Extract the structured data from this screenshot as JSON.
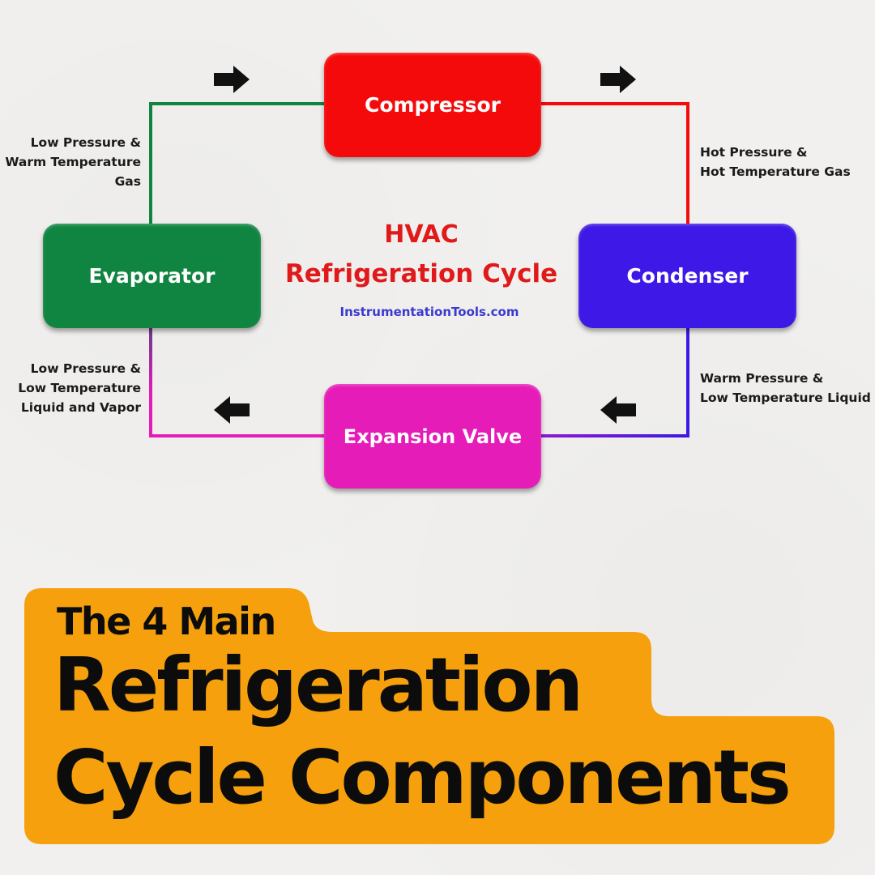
{
  "diagram": {
    "title_line1": "HVAC",
    "title_line2": "Refrigeration Cycle",
    "website": "InstrumentationTools.com",
    "components": {
      "compressor": "Compressor",
      "condenser": "Condenser",
      "expansion_valve": "Expansion Valve",
      "evaporator": "Evaporator"
    },
    "flow_labels": {
      "evaporator_to_compressor": "Low Pressure &\nWarm Temperature\nGas",
      "compressor_to_condenser": "Hot Pressure &\nHot Temperature Gas",
      "condenser_to_expansion": "Warm Pressure &\nLow Temperature Liquid",
      "expansion_to_evaporator": "Low Pressure &\nLow Temperature\nLiquid and Vapor"
    },
    "colors": {
      "compressor": "#f40a0a",
      "condenser": "#3d18e6",
      "expansion_valve": "#e51cb8",
      "evaporator": "#108541",
      "title": "#e01a1a",
      "website": "#3a3ad0"
    },
    "arrow_icons": [
      "arrow-right-icon",
      "arrow-right-icon",
      "arrow-left-icon",
      "arrow-left-icon"
    ]
  },
  "banner": {
    "line1": "The 4 Main",
    "line2": "Refrigeration",
    "line3": "Cycle Components",
    "color": "#f5a00c"
  }
}
